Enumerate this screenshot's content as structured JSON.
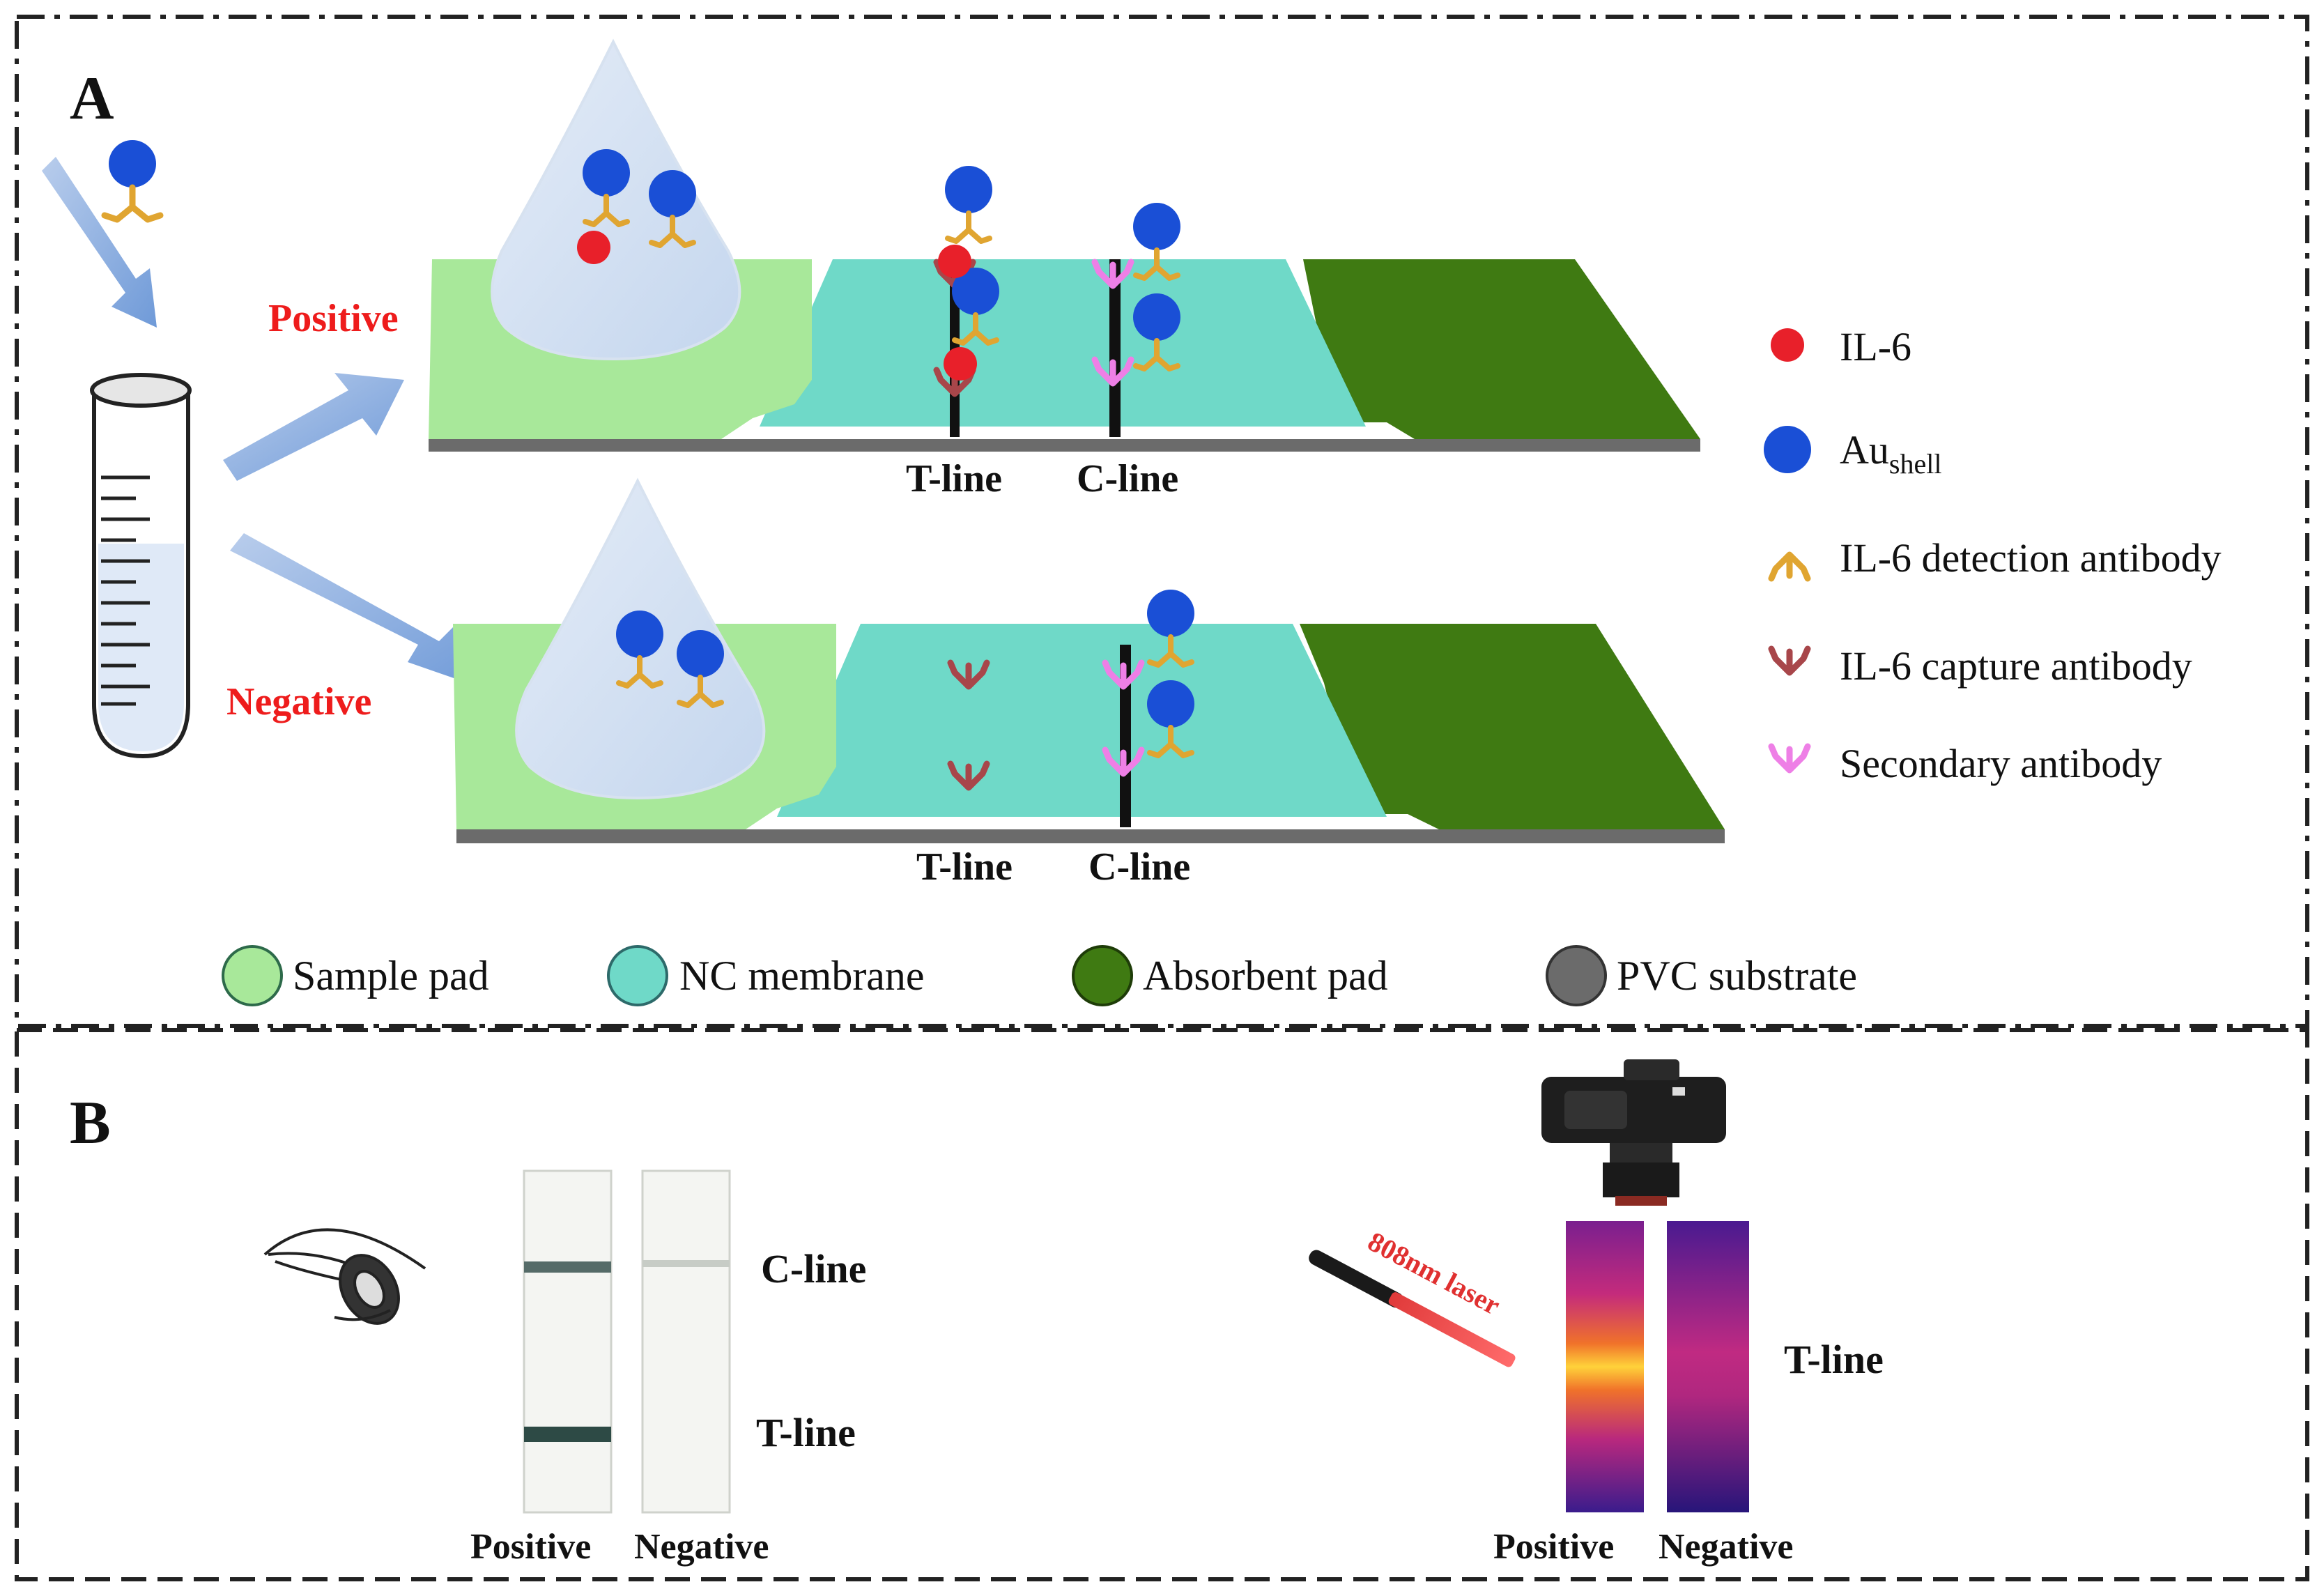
{
  "panel_a": {
    "label": "A",
    "positive_label": "Positive",
    "negative_label": "Negative",
    "t_line_label": "T-line",
    "c_line_label": "C-line",
    "legend": {
      "il6": "IL-6",
      "au_main": "Au",
      "au_sub": "shell",
      "detection": "IL-6  detection antibody",
      "capture": "IL-6  capture antibody",
      "secondary": "Secondary antibody"
    },
    "materials": {
      "sample_pad": "Sample pad",
      "nc_membrane": "NC membrane",
      "absorbent_pad": "Absorbent pad",
      "pvc_substrate": "PVC substrate"
    }
  },
  "panel_b": {
    "label": "B",
    "c_line_label": "C-line",
    "t_line_label": "T-line",
    "positive_label": "Positive",
    "negative_label": "Negative",
    "laser_label": "808nm laser",
    "thermal_t_line_label": "T-line"
  },
  "colors": {
    "label_red": "#ee1c1c",
    "sample_pad": "#a8e89a",
    "nc_membrane": "#6fd9c8",
    "absorbent_pad": "#3f7a12",
    "pvc_substrate": "#6b6b6b",
    "il6": "#e8202a",
    "au_shell": "#1a4fd6",
    "detection_antibody": "#e0a531",
    "capture_antibody": "#a8464a",
    "secondary_antibody": "#ee7fe6"
  }
}
